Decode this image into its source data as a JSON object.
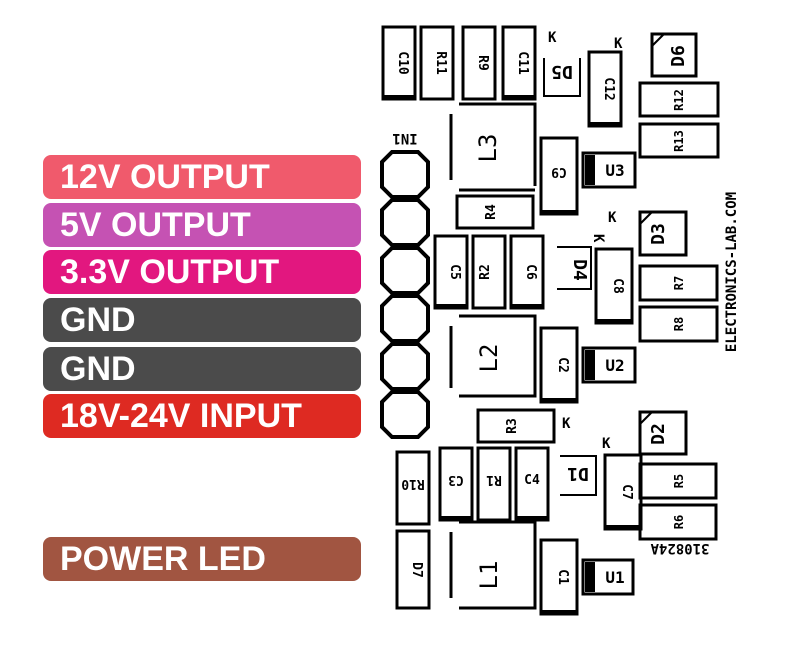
{
  "labels": [
    {
      "text": "12V OUTPUT",
      "color": "#f05a6c"
    },
    {
      "text": "5V OUTPUT",
      "color": "#c552b3"
    },
    {
      "text": "3.3V OUTPUT",
      "color": "#e2177f"
    },
    {
      "text": "GND",
      "color": "#4b4b4b"
    },
    {
      "text": "GND",
      "color": "#4b4b4b"
    },
    {
      "text": "18V-24V INPUT",
      "color": "#de2a22"
    },
    {
      "text": "POWER LED",
      "color": "#a15541"
    }
  ],
  "pcb": {
    "connector": "IN1",
    "website": "ELECTRONICS-LAB.COM",
    "board_id": "310824A",
    "cathode_mark": "K",
    "components": {
      "C10": "C10",
      "R11": "R11",
      "R9": "R9",
      "C11": "C11",
      "D5": "D5",
      "C12": "C12",
      "D6": "D6",
      "L3": "L3",
      "R12": "R12",
      "R13": "R13",
      "C9": "C9",
      "U3": "U3",
      "R4": "R4",
      "D3": "D3",
      "C5": "C5",
      "R2": "R2",
      "C6": "C6",
      "D4": "D4",
      "C8": "C8",
      "R7": "R7",
      "R8": "R8",
      "L2": "L2",
      "C2": "C2",
      "U2": "U2",
      "R3": "R3",
      "D2": "D2",
      "R10": "R10",
      "C3": "C3",
      "R1": "R1",
      "C4": "C4",
      "D1": "D1",
      "C7": "C7",
      "R5": "R5",
      "R6": "R6",
      "D7": "D7",
      "L1": "L1",
      "C1": "C1",
      "U1": "U1"
    }
  }
}
